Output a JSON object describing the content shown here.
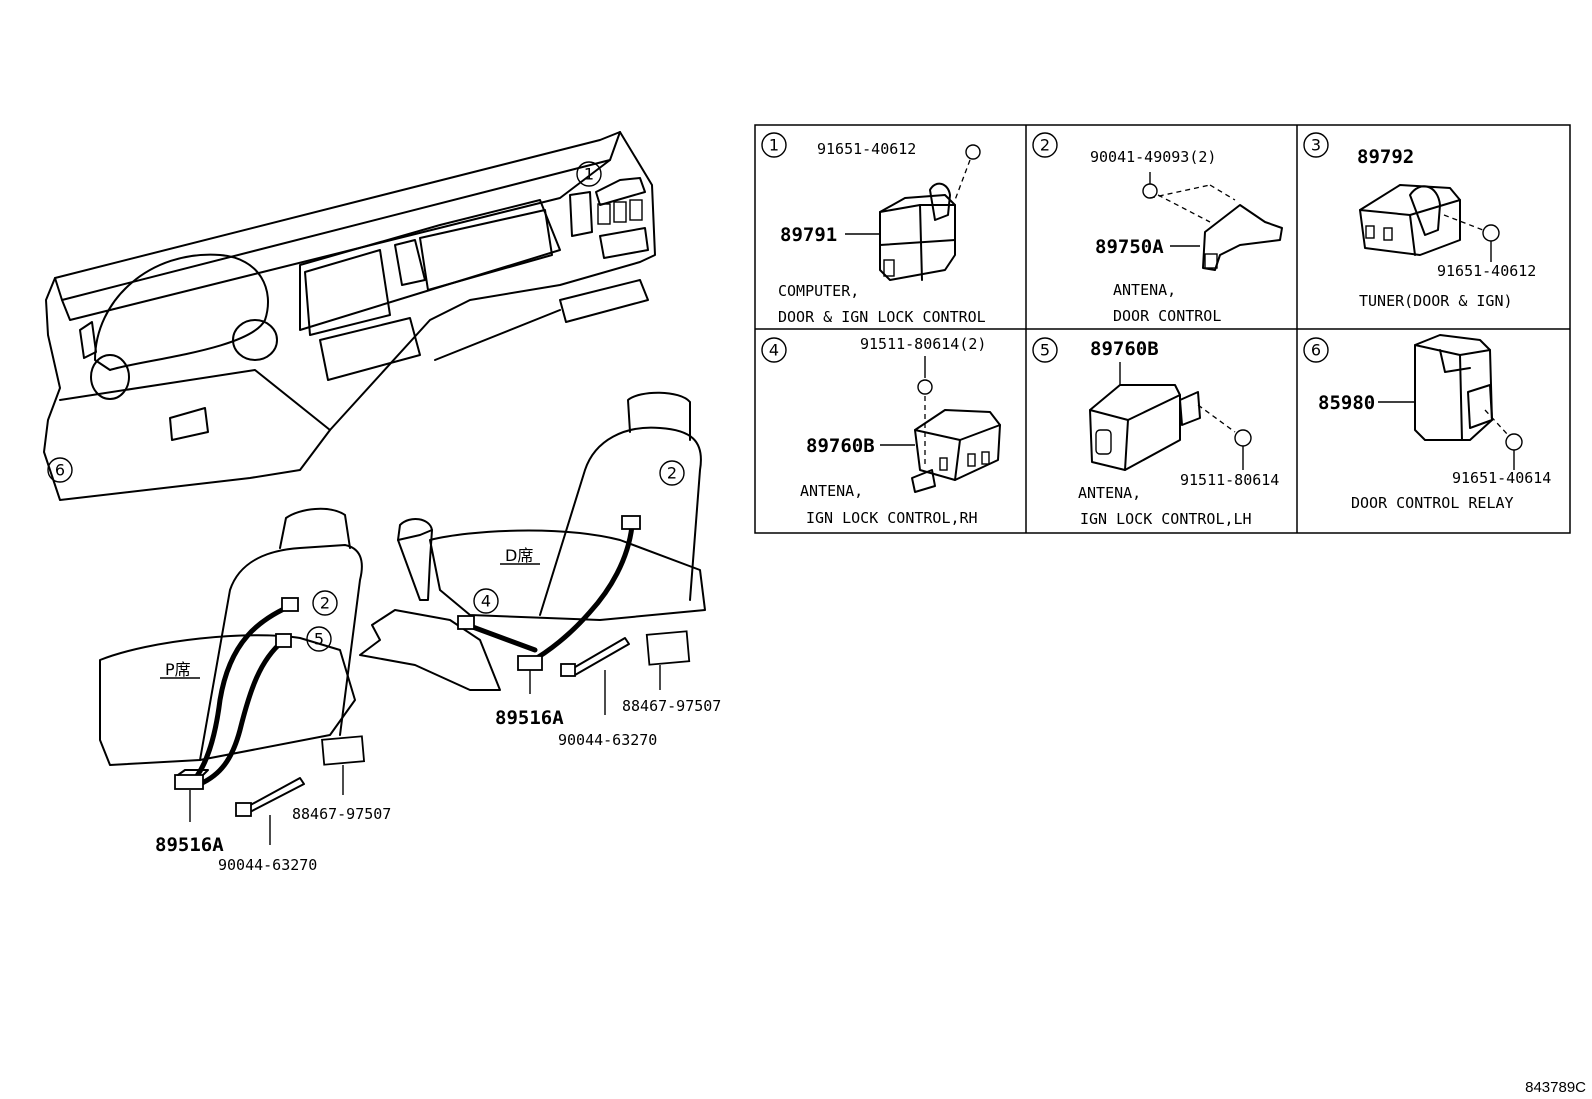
{
  "callouts": {
    "c1": "1",
    "c2": "2",
    "c3": "3",
    "c4": "4",
    "c5": "5",
    "c6": "6"
  },
  "overview": {
    "seat_driver_label": "D席",
    "seat_passenger_label": "P席",
    "harness_part": "89516A",
    "clamp_part": "90044-63270",
    "pad_part": "88467-97507"
  },
  "panels": [
    {
      "index": "1",
      "main_part": "89791",
      "fastener_part": "91651-40612",
      "desc_line1": "COMPUTER,",
      "desc_line2": "DOOR & IGN LOCK CONTROL"
    },
    {
      "index": "2",
      "main_part": "89750A",
      "fastener_part": "90041-49093(2)",
      "desc_line1": "ANTENA,",
      "desc_line2": "DOOR CONTROL"
    },
    {
      "index": "3",
      "main_part": "89792",
      "fastener_part": "91651-40612",
      "desc_line1": "TUNER(DOOR & IGN)",
      "desc_line2": ""
    },
    {
      "index": "4",
      "main_part": "89760B",
      "fastener_part": "91511-80614(2)",
      "desc_line1": "ANTENA,",
      "desc_line2": "IGN LOCK CONTROL,RH"
    },
    {
      "index": "5",
      "main_part": "89760B",
      "fastener_part": "91511-80614",
      "desc_line1": "ANTENA,",
      "desc_line2": "IGN LOCK CONTROL,LH"
    },
    {
      "index": "6",
      "main_part": "85980",
      "fastener_part": "91651-40614",
      "desc_line1": "DOOR CONTROL RELAY",
      "desc_line2": ""
    }
  ],
  "figure_ref": "843789C"
}
